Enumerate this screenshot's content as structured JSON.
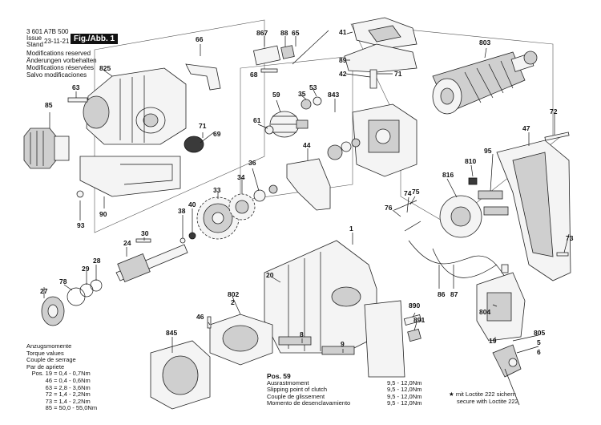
{
  "header": {
    "doc_number": "3 601 A7B 500",
    "issue_label": "Issue",
    "stand_label": "Stand",
    "date": "23-11-21",
    "figure": "Fig./Abb. 1"
  },
  "notes": [
    "Modifications reserved",
    "Änderungen vorbehalten",
    "Modifications réservées",
    "Salvo modificaciones"
  ],
  "torque": {
    "titles": [
      "Anzugsmomente",
      "Torque values",
      "Couple de serrage",
      "Par de apriete"
    ],
    "rows": [
      {
        "pos": "Pos. 19",
        "range": "= 0,4 - 0,7Nm"
      },
      {
        "pos": "46",
        "range": "= 0,4 - 0,6Nm"
      },
      {
        "pos": "63",
        "range": "= 2,8 - 3,6Nm"
      },
      {
        "pos": "72",
        "range": "= 1,4 - 2,2Nm"
      },
      {
        "pos": "73",
        "range": "= 1,4 - 2,2Nm"
      },
      {
        "pos": "85",
        "range": "= 50,0 - 55,0Nm"
      }
    ]
  },
  "pos59": {
    "title": "Pos. 59",
    "rows": [
      {
        "label": "Ausrastmoment",
        "value": "9,5 - 12,0Nm"
      },
      {
        "label": "Slipping point of clutch",
        "value": "9,5 - 12,0Nm"
      },
      {
        "label": "Couple de glissement",
        "value": "9,5 - 12,0Nm"
      },
      {
        "label": "Momento de desenclavamiento",
        "value": "9,5 - 12,0Nm"
      }
    ]
  },
  "loctite": {
    "star": "★",
    "line1": "mit Loctite 222 sichern",
    "line2": "secure with Loctite 222"
  },
  "part_numbers": [
    "867",
    "88",
    "65",
    "66",
    "68",
    "825",
    "63",
    "85",
    "71",
    "69",
    "90",
    "93",
    "41",
    "89",
    "42",
    "71",
    "803",
    "53",
    "35",
    "59",
    "843",
    "61",
    "44",
    "36",
    "34",
    "33",
    "40",
    "38",
    "30",
    "24",
    "29",
    "28",
    "27",
    "78",
    "72",
    "47",
    "95",
    "816",
    "810",
    "75",
    "74",
    "76",
    "1",
    "20",
    "802",
    "2",
    "46",
    "845",
    "8",
    "9",
    "890",
    "891",
    "86",
    "87",
    "804",
    "19",
    "805",
    "5",
    "6",
    "73"
  ]
}
